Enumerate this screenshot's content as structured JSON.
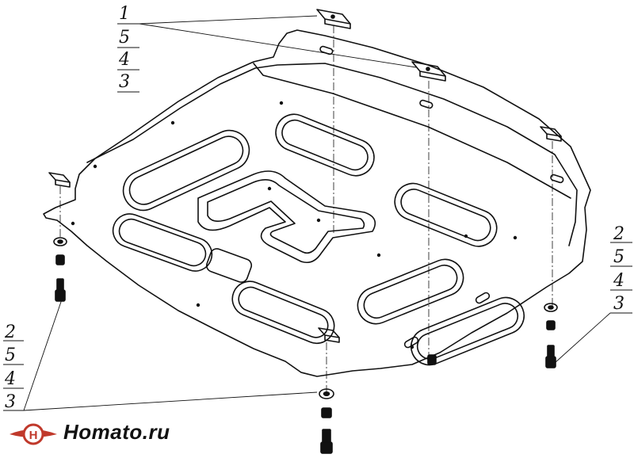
{
  "diagram": {
    "callouts": {
      "top_left": [
        "1",
        "5",
        "4",
        "3"
      ],
      "right": [
        "2",
        "5",
        "4",
        "3"
      ],
      "bottom_left": [
        "2",
        "5",
        "4",
        "3"
      ]
    },
    "logo": {
      "text": "Homato.ru"
    }
  }
}
